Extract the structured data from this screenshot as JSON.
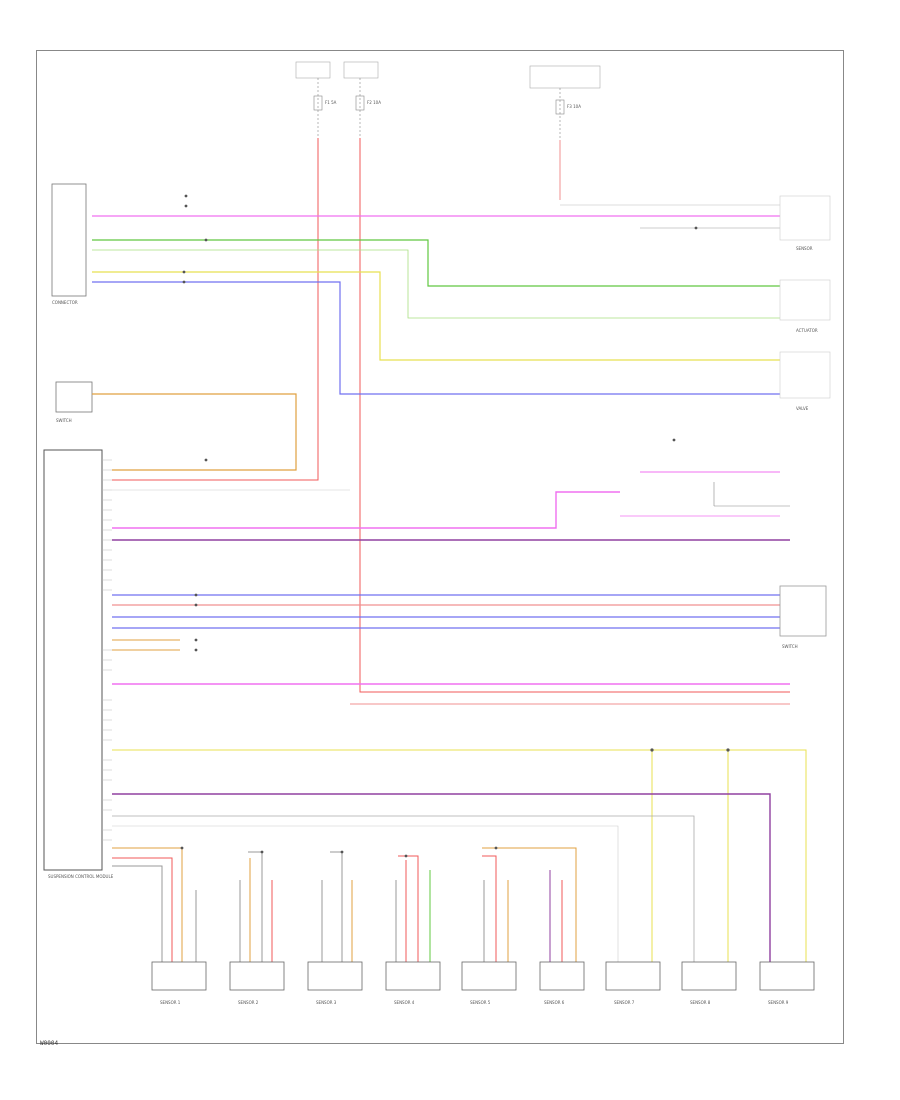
{
  "page": {
    "code": "W0004"
  },
  "colors": {
    "red": "#f05a5a",
    "pink": "#f070f0",
    "green": "#60c840",
    "yellow": "#e8e050",
    "blue": "#7070f0",
    "purple": "#9040a0",
    "orange": "#e0a040",
    "gray": "#a0a0a0",
    "black": "#404040",
    "brown": "#b08050",
    "salmon": "#f09090"
  },
  "fuses": [
    {
      "id": "fuse-1",
      "tag": "F1 5A"
    },
    {
      "id": "fuse-2",
      "tag": "F2 10A"
    },
    {
      "id": "fuse-3",
      "tag": "F3 10A"
    }
  ],
  "components": {
    "main_module": {
      "label": "SUSPENSION CONTROL MODULE"
    },
    "left_connector": {
      "label": "CONNECTOR"
    },
    "small_module": {
      "label": "SWITCH"
    },
    "right_devices": [
      {
        "label": "SENSOR"
      },
      {
        "label": "ACTUATOR"
      },
      {
        "label": "VALVE"
      },
      {
        "label": "SWITCH"
      }
    ],
    "bottom_devices": [
      {
        "label": "SENSOR 1"
      },
      {
        "label": "SENSOR 2"
      },
      {
        "label": "SENSOR 3"
      },
      {
        "label": "SENSOR 4"
      },
      {
        "label": "SENSOR 5"
      },
      {
        "label": "SENSOR 6"
      },
      {
        "label": "SENSOR 7"
      },
      {
        "label": "SENSOR 8"
      },
      {
        "label": "SENSOR 9"
      }
    ]
  }
}
